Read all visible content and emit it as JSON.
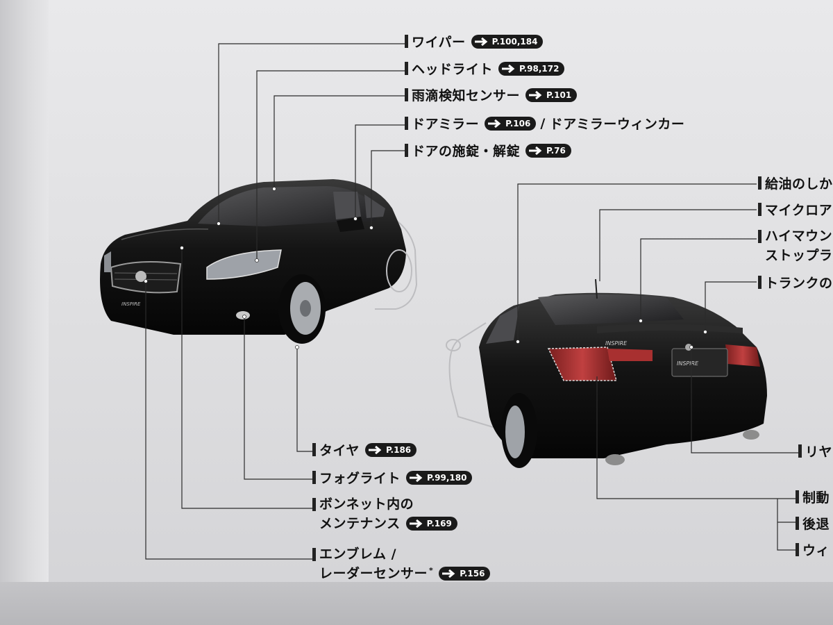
{
  "front_labels": {
    "wiper": {
      "text": "ワイパー",
      "ref": "P.100,184"
    },
    "headlight": {
      "text": "ヘッドライト",
      "ref": "P.98,172"
    },
    "rain_sensor": {
      "text": "雨滴検知センサー",
      "ref": "P.101"
    },
    "door_mirror": {
      "text": "ドアミラー",
      "ref": "P.106",
      "sep": "/",
      "extra": "ドアミラーウィンカー"
    },
    "door_lock": {
      "text": "ドアの施錠・解錠",
      "ref": "P.76"
    },
    "tire": {
      "text": "タイヤ",
      "ref": "P.186"
    },
    "fog_light": {
      "text": "フォグライト",
      "ref": "P.99,180"
    },
    "bonnet": {
      "line1": "ボンネット内の",
      "line2": "メンテナンス",
      "ref": "P.169"
    },
    "emblem": {
      "line1": "エンブレム /",
      "line2": "レーダーセンサー",
      "asterisk": "*",
      "ref": "P.156"
    }
  },
  "rear_labels": {
    "fuel": "給油のしか",
    "antenna": "マイクロア",
    "high_mount_1": "ハイマウン",
    "high_mount_2": "ストップラ",
    "trunk": "トランクの",
    "rear": "リヤ",
    "brake": "制動",
    "reverse": "後退",
    "winker": "ウィ"
  },
  "car_badges": {
    "front_badge": "INSPIRE",
    "rear_badge": "INSPIRE",
    "rear_plate_badge": "INSPIRE"
  },
  "colors": {
    "ink": "#111111",
    "ref_bg": "#1a1a1a",
    "car_body": "#151515",
    "paper": "#e4e4e6"
  }
}
